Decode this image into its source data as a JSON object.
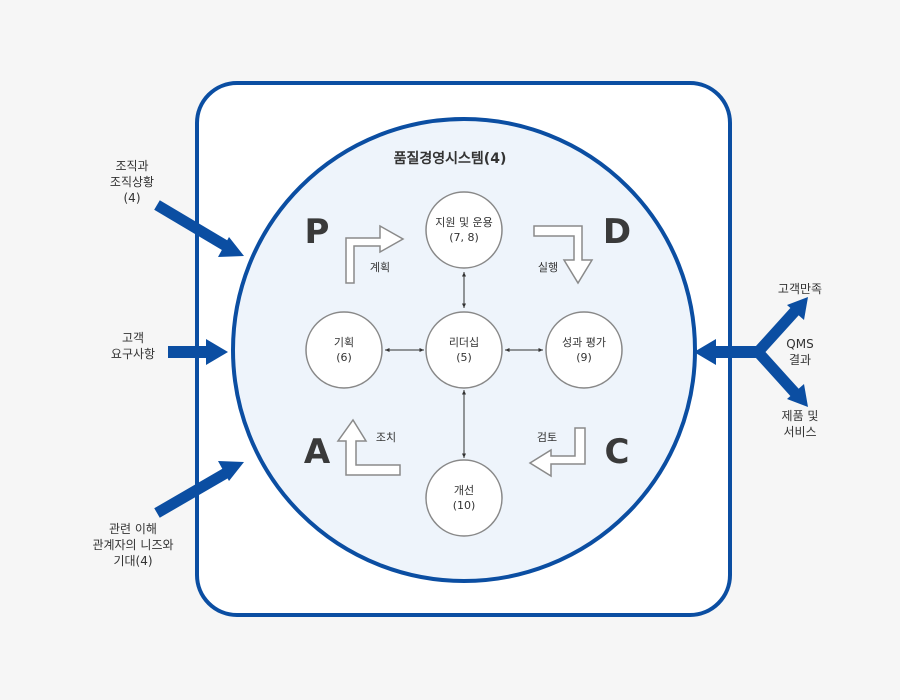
{
  "title": "품질경영시스템(4)",
  "inputs": {
    "org_context": "조직과\n조직상황\n(4)",
    "customer_req": "고객\n요구사항",
    "interested_parties": "관련 이해\n관계자의 니즈와\n기대(4)"
  },
  "outputs": {
    "satisfaction": "고객만족",
    "qms_result": "QMS\n결과",
    "products": "제품 및\n서비스"
  },
  "nodes": {
    "support": "지원 및 운용\n(7, 8)",
    "planning": "기획\n(6)",
    "leadership": "리더십\n(5)",
    "performance": "성과 평가\n(9)",
    "improvement": "개선\n(10)"
  },
  "cycle_labels": {
    "plan": "계획",
    "do": "실행",
    "check": "검토",
    "act": "조치"
  },
  "pdca": {
    "p": "P",
    "d": "D",
    "c": "C",
    "a": "A"
  },
  "colors": {
    "blue": "#0b4ea2",
    "circle_fill": "#eef4fb",
    "node_stroke": "#888888"
  }
}
